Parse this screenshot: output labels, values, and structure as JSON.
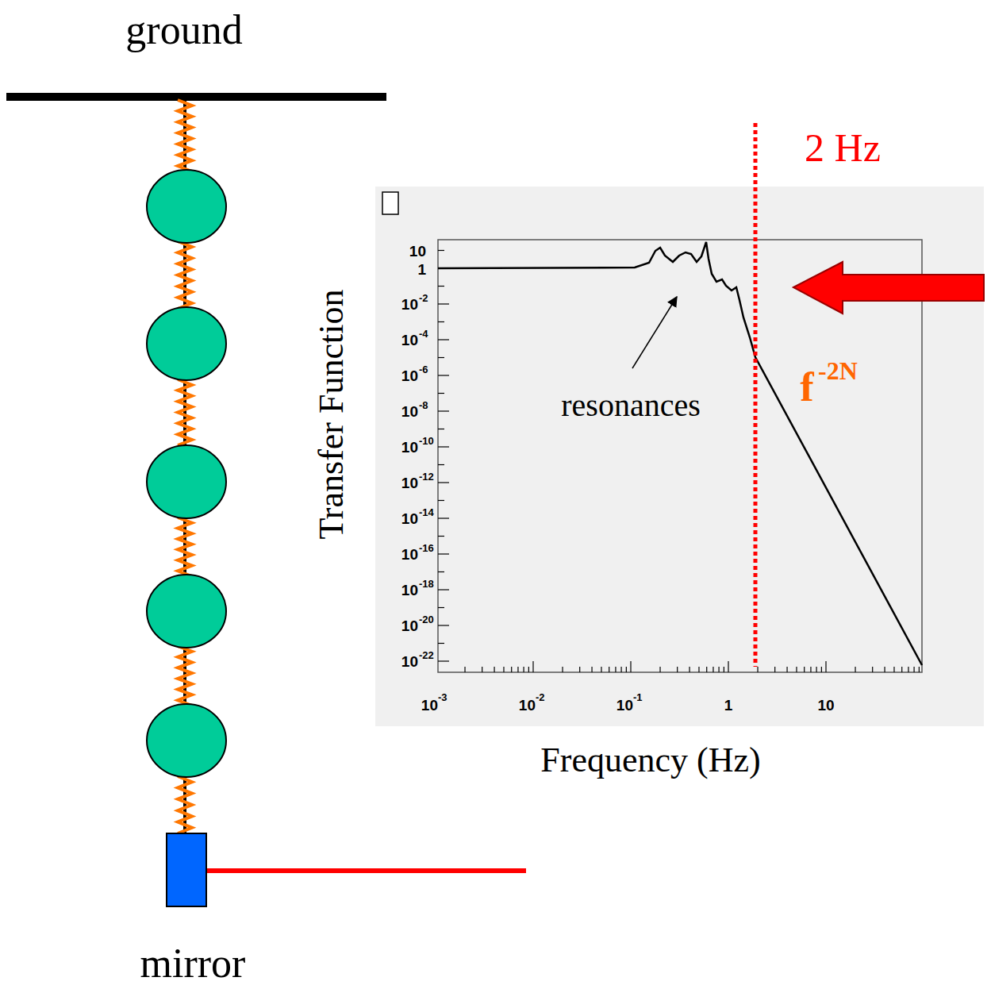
{
  "diagram": {
    "labels": [
      "ground",
      "2 Hz",
      "Transfer Function",
      "resonances",
      "f",
      "-2N",
      "Frequency (Hz)",
      "mirror",
      "10",
      "1",
      "10",
      "-2",
      "10",
      "-4",
      "10",
      "-6",
      "10",
      "-8",
      "10",
      "-10",
      "10",
      "-12",
      "10",
      "-14",
      "10",
      "-16",
      "10",
      "-18",
      "10",
      "-20",
      "10",
      "-22",
      "10",
      "-3",
      "10",
      "-2",
      "10",
      "-1",
      "1",
      "10"
    ]
  }
}
